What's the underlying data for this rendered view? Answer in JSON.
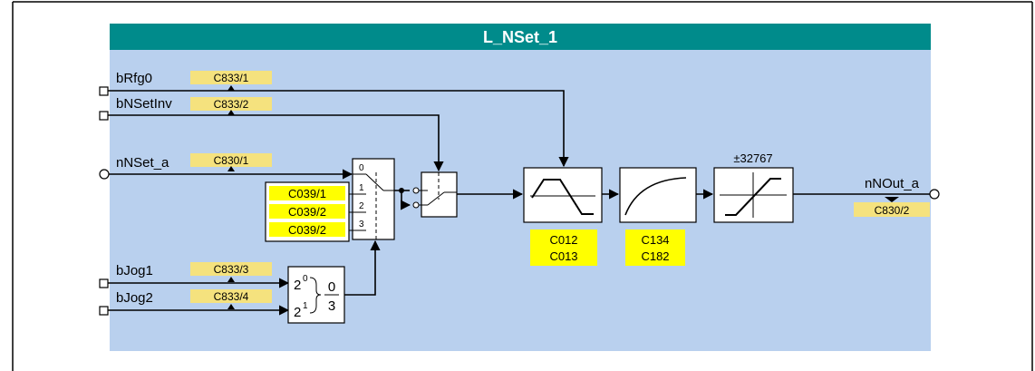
{
  "block": {
    "title": "L_NSet_1",
    "colors": {
      "header": "#008b8b",
      "body": "#b9d0ee",
      "code_bg": "#ffff00",
      "param_bg": "#f5e27e"
    }
  },
  "inputs": [
    {
      "name": "bRfg0",
      "param": "C833/1",
      "type": "bool"
    },
    {
      "name": "bNSetInv",
      "param": "C833/2",
      "type": "bool"
    },
    {
      "name": "nNSet_a",
      "param": "C830/1",
      "type": "analog"
    },
    {
      "name": "bJog1",
      "param": "C833/3",
      "type": "bool"
    },
    {
      "name": "bJog2",
      "param": "C833/4",
      "type": "bool"
    }
  ],
  "output": {
    "name": "nNOut_a",
    "param": "C830/2",
    "type": "analog"
  },
  "selector": {
    "ports": [
      "0",
      "1",
      "2",
      "3"
    ],
    "jog_codes": [
      "C039/1",
      "C039/2",
      "C039/2"
    ]
  },
  "decoder": {
    "bit0": "2",
    "bit0_exp": "0",
    "bit1": "2",
    "bit1_exp": "1",
    "out_top": "0",
    "out_bottom": "3"
  },
  "ramp": {
    "codes": [
      "C012",
      "C013"
    ]
  },
  "scurve": {
    "codes": [
      "C134",
      "C182"
    ]
  },
  "limiter": {
    "label": "±32767"
  }
}
